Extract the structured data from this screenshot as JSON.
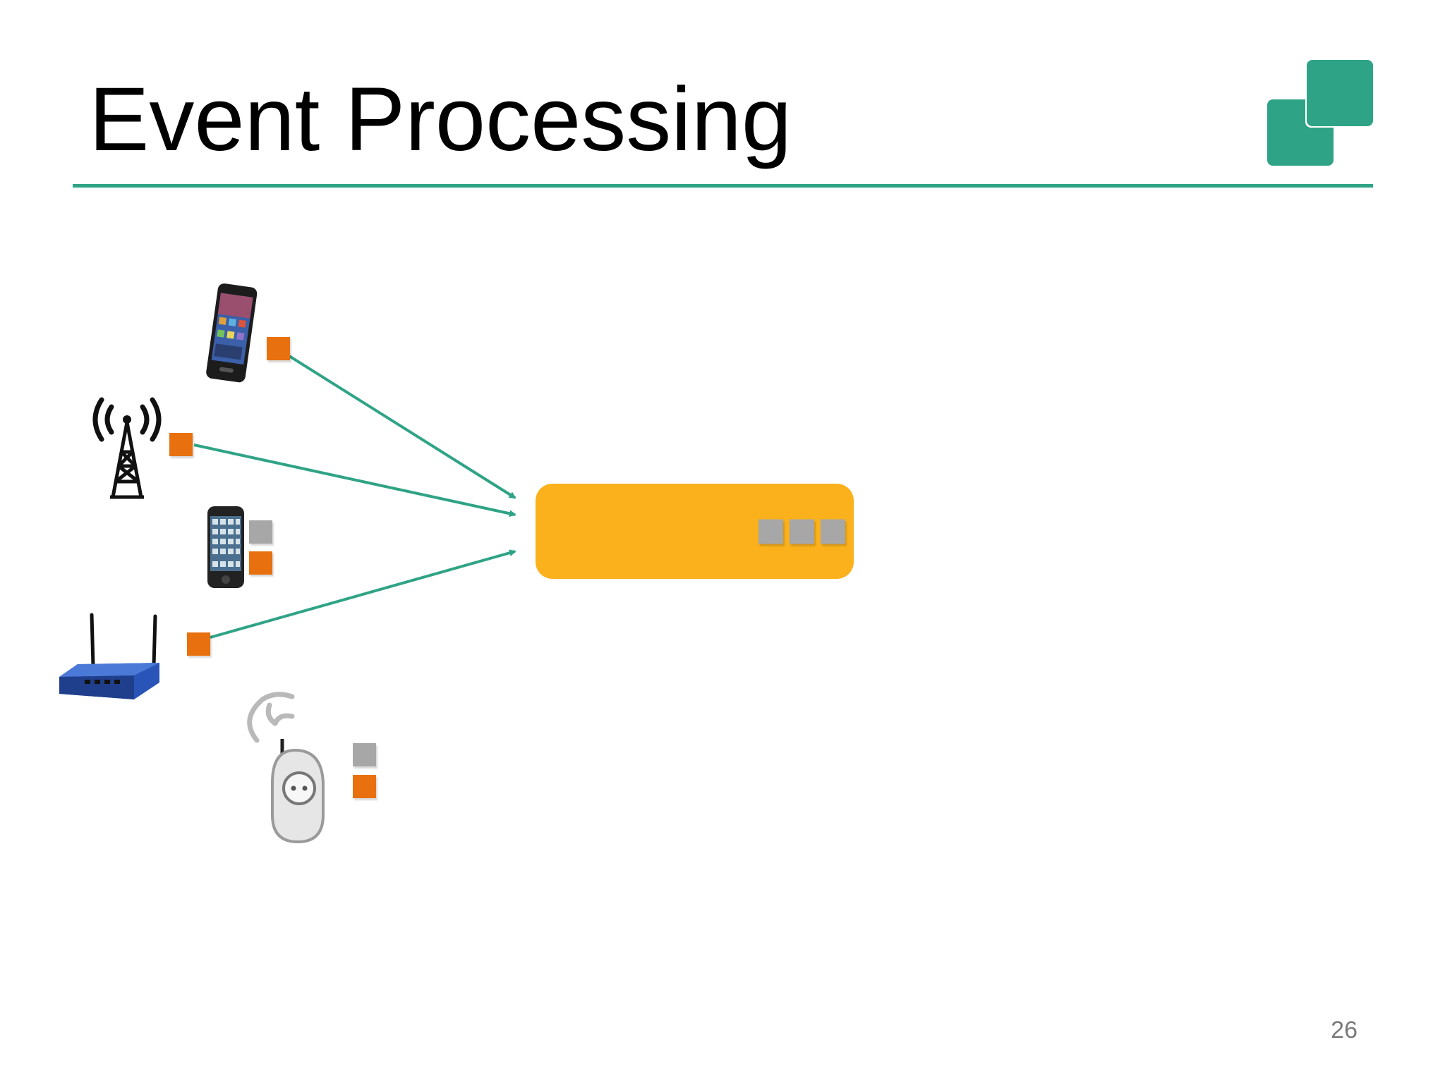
{
  "slide": {
    "title": "Event Processing",
    "page_number": "26"
  },
  "colors": {
    "accent": "#2fa386",
    "processor": "#fbb11b",
    "event_new": "#e8700f",
    "event_processed": "#a7a7a7"
  },
  "icons": {
    "logo": "overlapping-squares-logo",
    "devices": [
      "smartphone-icon",
      "radio-tower-icon",
      "iphone-icon",
      "wireless-router-icon",
      "smart-plug-icon"
    ]
  }
}
